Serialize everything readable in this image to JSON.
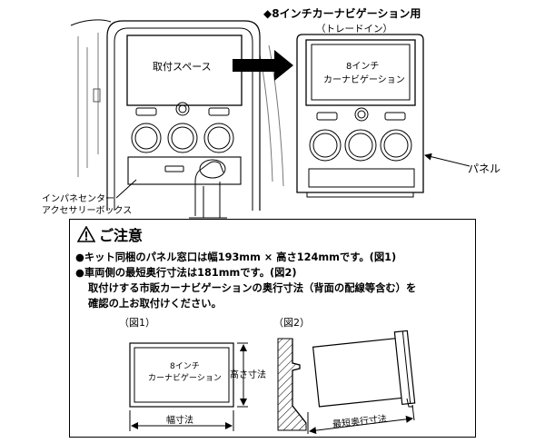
{
  "header": {
    "title": "◆8インチカーナビゲーション用",
    "subtitle": "（トレードイン）"
  },
  "car_dash": {
    "install_space_label": "取付スペース",
    "center_box_label_line1": "インパネセンター",
    "center_box_label_line2": "アクセサリーボックス"
  },
  "navi_panel": {
    "screen_line1": "8インチ",
    "screen_line2": "カーナビゲーション",
    "panel_label": "パネル"
  },
  "caution": {
    "icon": "warning-triangle-icon",
    "title": "ご注意",
    "notes": [
      "●キット同梱のパネル窓口は幅193mm × 高さ124mmです。(図1)",
      "●車両側の最短奥行寸法は181mmです。(図2)",
      "取付けする市販カーナビゲーションの奥行寸法（背面の配線等含む）を",
      "確認の上お取付けください。"
    ]
  },
  "fig1": {
    "label": "（図1）",
    "screen_line1": "8インチ",
    "screen_line2": "カーナビゲーション",
    "height_label": "高さ寸法",
    "width_label": "幅寸法"
  },
  "fig2": {
    "label": "（図2）",
    "depth_label": "最短奥行寸法"
  }
}
